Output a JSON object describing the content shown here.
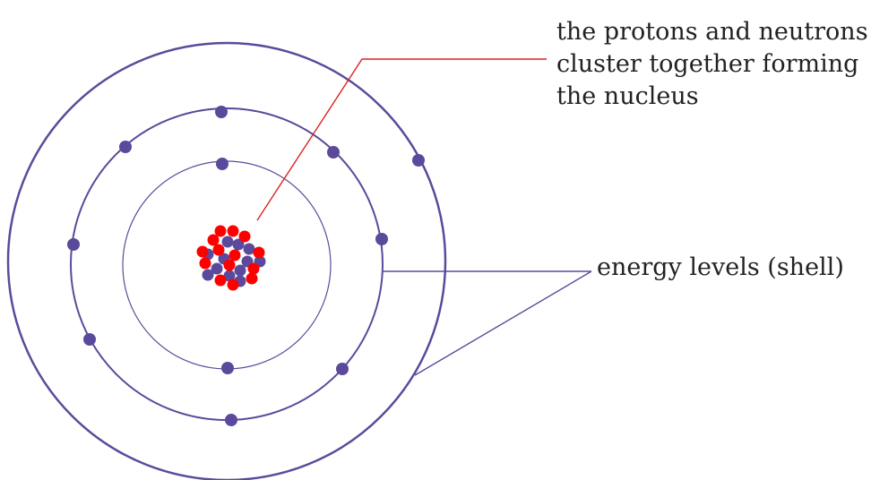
{
  "labels": {
    "nucleus_line1": "the protons and neutrons",
    "nucleus_line2": "cluster together forming",
    "nucleus_line3": "the nucleus",
    "shell": "energy levels (shell)"
  },
  "colors": {
    "orbit": "#5b4a9b",
    "electron": "#5b4a9b",
    "proton": "#ff0000",
    "neutron": "#5b4a9b",
    "nucleus_leader": "#dd2222",
    "shell_leader": "#5b4a9b",
    "text": "#222222"
  },
  "structure": {
    "shells": [
      {
        "electrons": 2
      },
      {
        "electrons": 8
      },
      {
        "electrons": 1
      }
    ],
    "nucleus": {
      "protons": "red",
      "neutrons": "purple"
    }
  }
}
